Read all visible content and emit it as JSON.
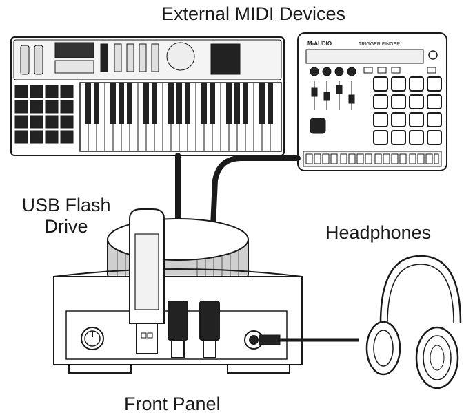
{
  "labels": {
    "external_midi": "External MIDI Devices",
    "usb_flash_line1": "USB Flash",
    "usb_flash_line2": "Drive",
    "headphones": "Headphones",
    "front_panel": "Front Panel"
  },
  "devices": {
    "pad_controller_brand": "M-AUDIO",
    "pad_controller_model": "TRIGGER FINGER"
  },
  "colors": {
    "line": "#1a1a1a",
    "fill": "#ffffff",
    "pad": "#222222",
    "cable": "#1a1a1a"
  }
}
